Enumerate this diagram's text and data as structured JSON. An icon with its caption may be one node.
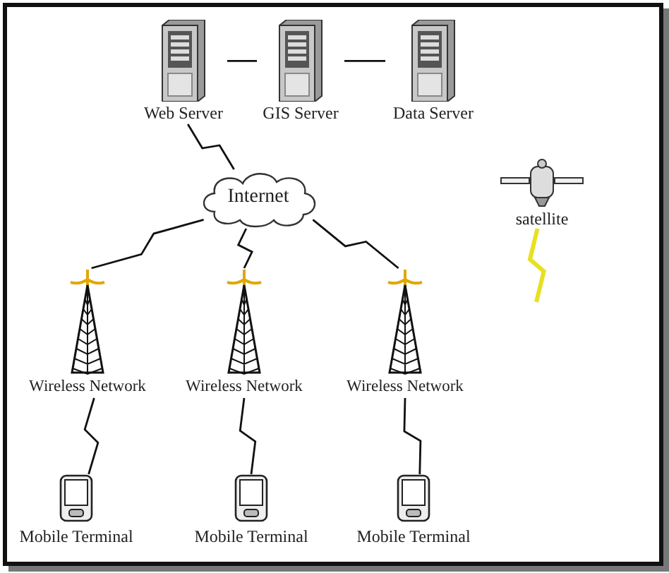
{
  "diagram": {
    "nodes": [
      {
        "text": [
          "Web Server"
        ]
      },
      {
        "text": [
          "GIS Server"
        ]
      },
      {
        "text": [
          "Data Server"
        ]
      },
      {
        "text": [
          "Internet"
        ]
      },
      {
        "text": [
          "satellite"
        ]
      },
      {
        "text": [
          "Wireless Network"
        ]
      },
      {
        "text": [
          "Wireless Network"
        ]
      },
      {
        "text": [
          "Wireless Network"
        ]
      },
      {
        "text": [
          "Mobile Terminal"
        ]
      },
      {
        "text": [
          "Mobile Terminal"
        ]
      },
      {
        "text": [
          "Mobile Terminal"
        ]
      }
    ],
    "edges": [
      {
        "from": 0,
        "to": 1,
        "arrow": "none"
      },
      {
        "from": 1,
        "to": 2,
        "arrow": "none"
      },
      {
        "from": 0,
        "to": 3,
        "arrow": "none"
      },
      {
        "from": 3,
        "to": 5,
        "arrow": "none"
      },
      {
        "from": 3,
        "to": 6,
        "arrow": "none"
      },
      {
        "from": 3,
        "to": 7,
        "arrow": "none"
      },
      {
        "from": 5,
        "to": 8,
        "arrow": "none"
      },
      {
        "from": 6,
        "to": 9,
        "arrow": "none"
      },
      {
        "from": 7,
        "to": 10,
        "arrow": "none"
      },
      {
        "from": 4,
        "to": null,
        "arrow": "none",
        "style": "thick",
        "color": "#e8e020"
      }
    ]
  }
}
